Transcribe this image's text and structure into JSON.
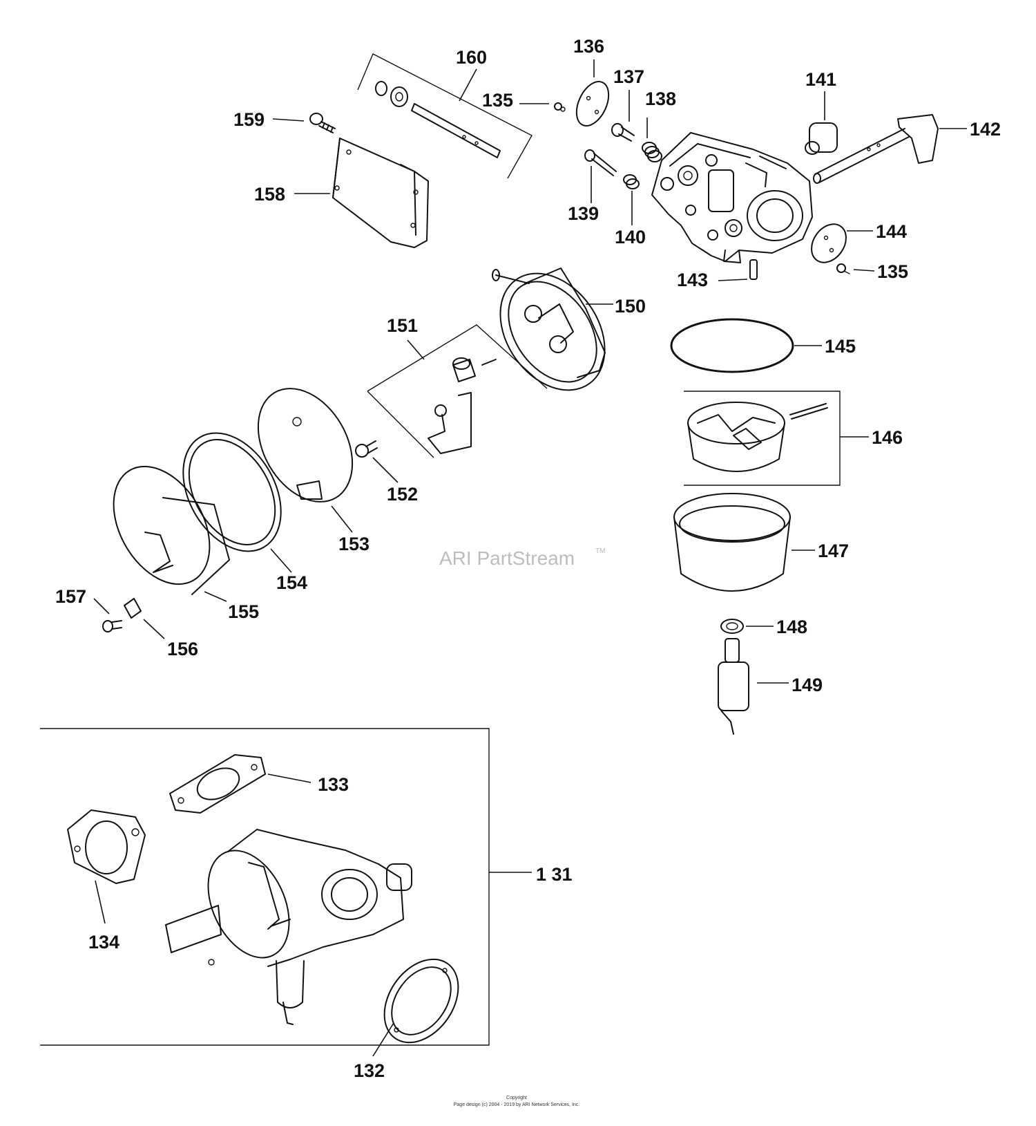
{
  "callouts": {
    "c131": "1 31",
    "c132": "132",
    "c133": "133",
    "c134": "134",
    "c135a": "135",
    "c135b": "135",
    "c136": "136",
    "c137": "137",
    "c138": "138",
    "c139": "139",
    "c140": "140",
    "c141": "141",
    "c142": "142",
    "c143": "143",
    "c144": "144",
    "c145": "145",
    "c146": "146",
    "c147": "147",
    "c148": "148",
    "c149": "149",
    "c150": "150",
    "c151": "151",
    "c152": "152",
    "c153": "153",
    "c154": "154",
    "c155": "155",
    "c156": "156",
    "c157": "157",
    "c158": "158",
    "c159": "159",
    "c160": "160"
  },
  "watermark": {
    "text": "ARI PartStream",
    "tm": "TM"
  },
  "footer": {
    "line1": "Copyright",
    "line2": "Page design (c) 2004 - 2019 by ARI Network Services, Inc."
  }
}
